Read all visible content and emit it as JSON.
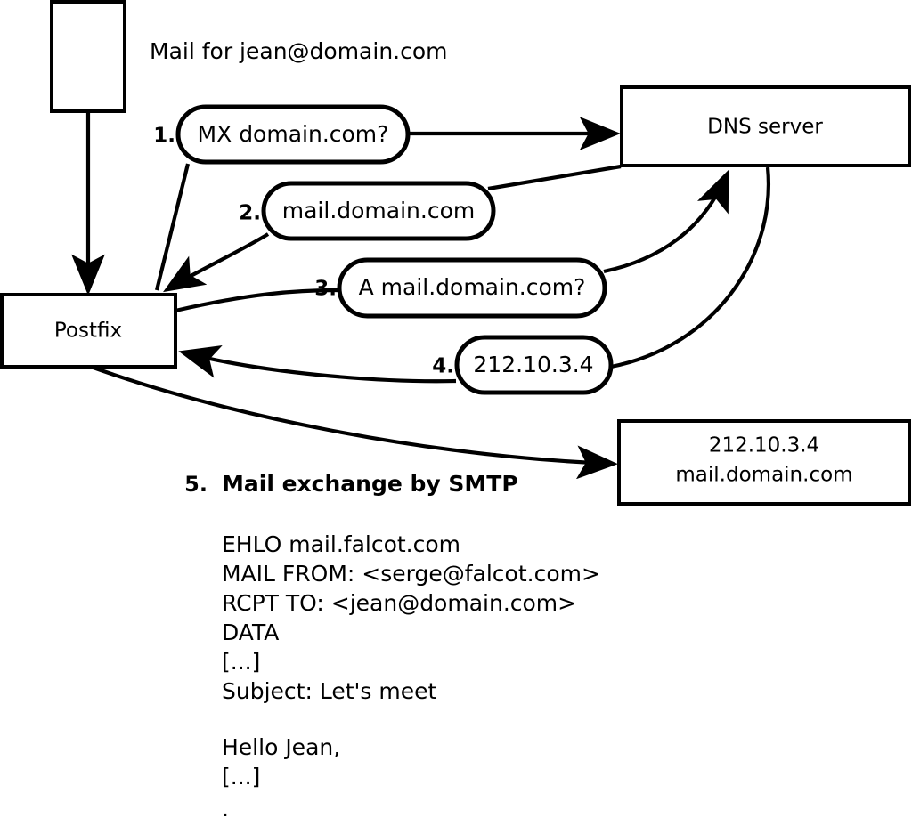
{
  "diagram": {
    "title_note": "Mail for jean@domain.com",
    "nodes": [
      {
        "id": "mail-client",
        "label": ""
      },
      {
        "id": "postfix",
        "label": "Postfix"
      },
      {
        "id": "dns-server",
        "label": "DNS server"
      },
      {
        "id": "mail-host",
        "line1": "212.10.3.4",
        "line2": "mail.domain.com"
      }
    ],
    "steps": [
      {
        "num": "1.",
        "text": "MX domain.com?"
      },
      {
        "num": "2.",
        "text": "mail.domain.com"
      },
      {
        "num": "3.",
        "text": "A mail.domain.com?"
      },
      {
        "num": "4.",
        "text": "212.10.3.4"
      }
    ],
    "step5": {
      "num": "5.",
      "label": "Mail exchange by SMTP"
    },
    "transcript": [
      "EHLO mail.falcot.com",
      "MAIL FROM: <serge@falcot.com>",
      "RCPT TO: <jean@domain.com>",
      "DATA",
      "[...]",
      "Subject: Let's meet",
      "",
      "Hello Jean,",
      "[...]",
      "",
      "."
    ],
    "colors": {
      "stroke": "#000000",
      "fill": "#ffffff"
    }
  }
}
